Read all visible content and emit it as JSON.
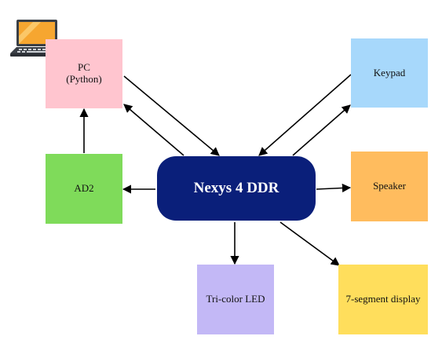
{
  "hub": {
    "label": "Nexys 4 DDR",
    "color": "#0a1f7a"
  },
  "nodes": {
    "pc": {
      "label": "PC\n(Python)",
      "color": "#ffc5cf"
    },
    "keypad": {
      "label": "Keypad",
      "color": "#a7d8fb"
    },
    "ad2": {
      "label": "AD2",
      "color": "#7fdb5a"
    },
    "speaker": {
      "label": "Speaker",
      "color": "#ffbc5e"
    },
    "led": {
      "label": "Tri-color LED",
      "color": "#c3b8f6"
    },
    "segment": {
      "label": "7-segment display",
      "color": "#ffde5c"
    }
  },
  "icons": {
    "laptop": "laptop-icon"
  }
}
